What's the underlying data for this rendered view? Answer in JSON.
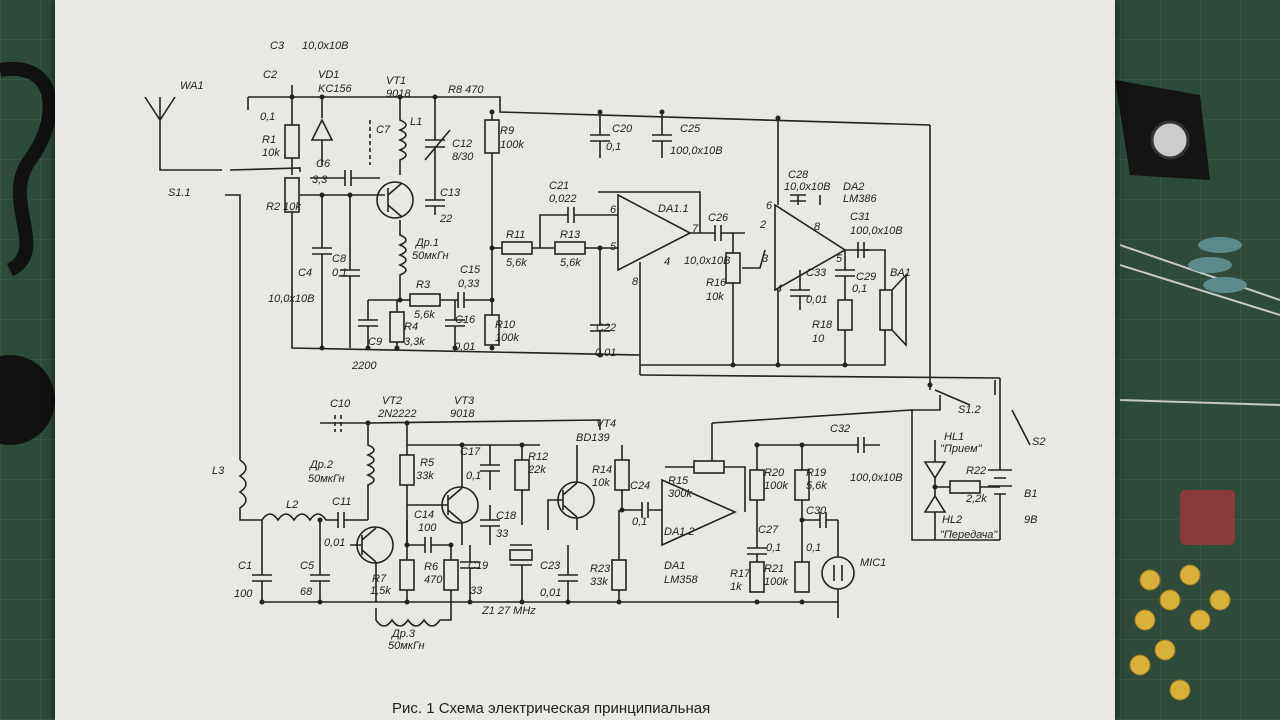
{
  "caption": "Рис. 1 Схема электрическая принципиальная",
  "labels": [
    {
      "id": "c3",
      "text": "C3"
    },
    {
      "id": "c3v",
      "text": "10,0x10B"
    },
    {
      "id": "c2",
      "text": "C2"
    },
    {
      "id": "c2v",
      "text": "0,1"
    },
    {
      "id": "vd1",
      "text": "VD1"
    },
    {
      "id": "vd1v",
      "text": "KC156"
    },
    {
      "id": "vt1",
      "text": "VT1"
    },
    {
      "id": "vt1v",
      "text": "9018"
    },
    {
      "id": "r8",
      "text": "R8  470"
    },
    {
      "id": "wa1",
      "text": "WA1"
    },
    {
      "id": "r1",
      "text": "R1"
    },
    {
      "id": "r1v",
      "text": "10k"
    },
    {
      "id": "c7",
      "text": "C7"
    },
    {
      "id": "l1",
      "text": "L1"
    },
    {
      "id": "c12",
      "text": "C12"
    },
    {
      "id": "c12v",
      "text": "8/30"
    },
    {
      "id": "r9",
      "text": "R9"
    },
    {
      "id": "r9v",
      "text": "100k"
    },
    {
      "id": "c20",
      "text": "C20"
    },
    {
      "id": "c20v",
      "text": "0,1"
    },
    {
      "id": "c25",
      "text": "C25"
    },
    {
      "id": "c25v",
      "text": "100,0x10B"
    },
    {
      "id": "c6",
      "text": "C6"
    },
    {
      "id": "c6v",
      "text": "3,3"
    },
    {
      "id": "c13",
      "text": "C13"
    },
    {
      "id": "c13v",
      "text": "22"
    },
    {
      "id": "s11",
      "text": "S1.1"
    },
    {
      "id": "r2",
      "text": "R2 10k"
    },
    {
      "id": "c21",
      "text": "C21"
    },
    {
      "id": "c21v",
      "text": "0,022"
    },
    {
      "id": "da11",
      "text": "DA1.1"
    },
    {
      "id": "c28",
      "text": "C28"
    },
    {
      "id": "c28v",
      "text": "10,0x10B"
    },
    {
      "id": "da2",
      "text": "DA2"
    },
    {
      "id": "da2v",
      "text": "LM386"
    },
    {
      "id": "c26",
      "text": "C26"
    },
    {
      "id": "c26v",
      "text": "10,0x10B"
    },
    {
      "id": "c31",
      "text": "C31"
    },
    {
      "id": "c31v",
      "text": "100,0x10B"
    },
    {
      "id": "r11",
      "text": "R11"
    },
    {
      "id": "r11v",
      "text": "5,6k"
    },
    {
      "id": "r13",
      "text": "R13"
    },
    {
      "id": "r13v",
      "text": "5,6k"
    },
    {
      "id": "dr1",
      "text": "Др.1"
    },
    {
      "id": "dr1v",
      "text": "50мкГн"
    },
    {
      "id": "c8",
      "text": "C8"
    },
    {
      "id": "c8v",
      "text": "0,1"
    },
    {
      "id": "c4",
      "text": "C4"
    },
    {
      "id": "c4v",
      "text": "10,0x10B"
    },
    {
      "id": "r16",
      "text": "R16"
    },
    {
      "id": "r16v",
      "text": "10k"
    },
    {
      "id": "c33",
      "text": "C33"
    },
    {
      "id": "c33v",
      "text": "0,01"
    },
    {
      "id": "c29",
      "text": "C29"
    },
    {
      "id": "c29v",
      "text": "0,1"
    },
    {
      "id": "ba1",
      "text": "BA1"
    },
    {
      "id": "r3",
      "text": "R3"
    },
    {
      "id": "r3v",
      "text": "5,6k"
    },
    {
      "id": "c15",
      "text": "C15"
    },
    {
      "id": "c15v",
      "text": "0,33"
    },
    {
      "id": "c16",
      "text": "C16"
    },
    {
      "id": "c16v",
      "text": "0,01"
    },
    {
      "id": "r4",
      "text": "R4"
    },
    {
      "id": "r4v",
      "text": "3,3k"
    },
    {
      "id": "r10",
      "text": "R10"
    },
    {
      "id": "r10v",
      "text": "100k"
    },
    {
      "id": "c22",
      "text": "C22"
    },
    {
      "id": "c22v",
      "text": "0,01"
    },
    {
      "id": "r18",
      "text": "R18"
    },
    {
      "id": "r18v",
      "text": "10"
    },
    {
      "id": "c9",
      "text": "C9"
    },
    {
      "id": "c9v",
      "text": "2200"
    },
    {
      "id": "c10",
      "text": "C10"
    },
    {
      "id": "vt2",
      "text": "VT2"
    },
    {
      "id": "vt2v",
      "text": "2N2222"
    },
    {
      "id": "vt3",
      "text": "VT3"
    },
    {
      "id": "vt3v",
      "text": "9018"
    },
    {
      "id": "vt4",
      "text": "VT4"
    },
    {
      "id": "vt4v",
      "text": "BD139"
    },
    {
      "id": "c32",
      "text": "C32"
    },
    {
      "id": "c32v",
      "text": "100,0x10B"
    },
    {
      "id": "s12",
      "text": "S1.2"
    },
    {
      "id": "s2",
      "text": "S2"
    },
    {
      "id": "hl1",
      "text": "HL1"
    },
    {
      "id": "hl1v",
      "text": "\"Прием\""
    },
    {
      "id": "r22",
      "text": "R22"
    },
    {
      "id": "r22v",
      "text": "2,2k"
    },
    {
      "id": "b1",
      "text": "B1"
    },
    {
      "id": "b1v",
      "text": "9B"
    },
    {
      "id": "hl2",
      "text": "HL2"
    },
    {
      "id": "hl2v",
      "text": "\"Передача\""
    },
    {
      "id": "r5",
      "text": "R5"
    },
    {
      "id": "r5v",
      "text": "33k"
    },
    {
      "id": "c17",
      "text": "C17"
    },
    {
      "id": "c17v",
      "text": "0,1"
    },
    {
      "id": "r12",
      "text": "R12"
    },
    {
      "id": "r12v",
      "text": "22k"
    },
    {
      "id": "r14",
      "text": "R14"
    },
    {
      "id": "r14v",
      "text": "10k"
    },
    {
      "id": "r15",
      "text": "R15"
    },
    {
      "id": "r15v",
      "text": "300k"
    },
    {
      "id": "r20",
      "text": "R20"
    },
    {
      "id": "r20v",
      "text": "100k"
    },
    {
      "id": "r19",
      "text": "R19"
    },
    {
      "id": "r19v",
      "text": "5,6k"
    },
    {
      "id": "l3",
      "text": "L3"
    },
    {
      "id": "dr2",
      "text": "Др.2"
    },
    {
      "id": "dr2v",
      "text": "50мкГн"
    },
    {
      "id": "c11",
      "text": "C11"
    },
    {
      "id": "c11v",
      "text": "0,01"
    },
    {
      "id": "c14",
      "text": "C14"
    },
    {
      "id": "c14v",
      "text": "100"
    },
    {
      "id": "c18",
      "text": "C18"
    },
    {
      "id": "c18v",
      "text": "33"
    },
    {
      "id": "c24",
      "text": "C24"
    },
    {
      "id": "c24v",
      "text": "0,1"
    },
    {
      "id": "da12",
      "text": "DA1.2"
    },
    {
      "id": "c27",
      "text": "C27"
    },
    {
      "id": "c27v",
      "text": "0,1"
    },
    {
      "id": "c30",
      "text": "C30"
    },
    {
      "id": "c30v",
      "text": "0,1"
    },
    {
      "id": "l2",
      "text": "L2"
    },
    {
      "id": "c1",
      "text": "C1"
    },
    {
      "id": "c1v",
      "text": "100"
    },
    {
      "id": "c5",
      "text": "C5"
    },
    {
      "id": "c5v",
      "text": "68"
    },
    {
      "id": "r7",
      "text": "R7"
    },
    {
      "id": "r7v",
      "text": "1,5k"
    },
    {
      "id": "r6",
      "text": "R6"
    },
    {
      "id": "r6v",
      "text": "470"
    },
    {
      "id": "c19",
      "text": "C19"
    },
    {
      "id": "c19v",
      "text": "33"
    },
    {
      "id": "z1",
      "text": "Z1  27 MHz"
    },
    {
      "id": "c23",
      "text": "C23"
    },
    {
      "id": "c23v",
      "text": "0,01"
    },
    {
      "id": "r23",
      "text": "R23"
    },
    {
      "id": "r23v",
      "text": "33k"
    },
    {
      "id": "da1",
      "text": "DA1"
    },
    {
      "id": "da1v",
      "text": "LM358"
    },
    {
      "id": "r17",
      "text": "R17"
    },
    {
      "id": "r17v",
      "text": "1k"
    },
    {
      "id": "r21",
      "text": "R21"
    },
    {
      "id": "r21v",
      "text": "100k"
    },
    {
      "id": "mic1",
      "text": "MIC1"
    },
    {
      "id": "dr3",
      "text": "Др.3"
    },
    {
      "id": "dr3v",
      "text": "50мкГн"
    },
    {
      "id": "p6",
      "text": "6"
    },
    {
      "id": "p5",
      "text": "5"
    },
    {
      "id": "p7",
      "text": "7"
    },
    {
      "id": "p4",
      "text": "4"
    },
    {
      "id": "p8",
      "text": "8"
    },
    {
      "id": "q6",
      "text": "6"
    },
    {
      "id": "q2",
      "text": "2"
    },
    {
      "id": "q3",
      "text": "3"
    },
    {
      "id": "q4",
      "text": "4"
    },
    {
      "id": "q5",
      "text": "5"
    },
    {
      "id": "q8",
      "text": "8"
    }
  ]
}
